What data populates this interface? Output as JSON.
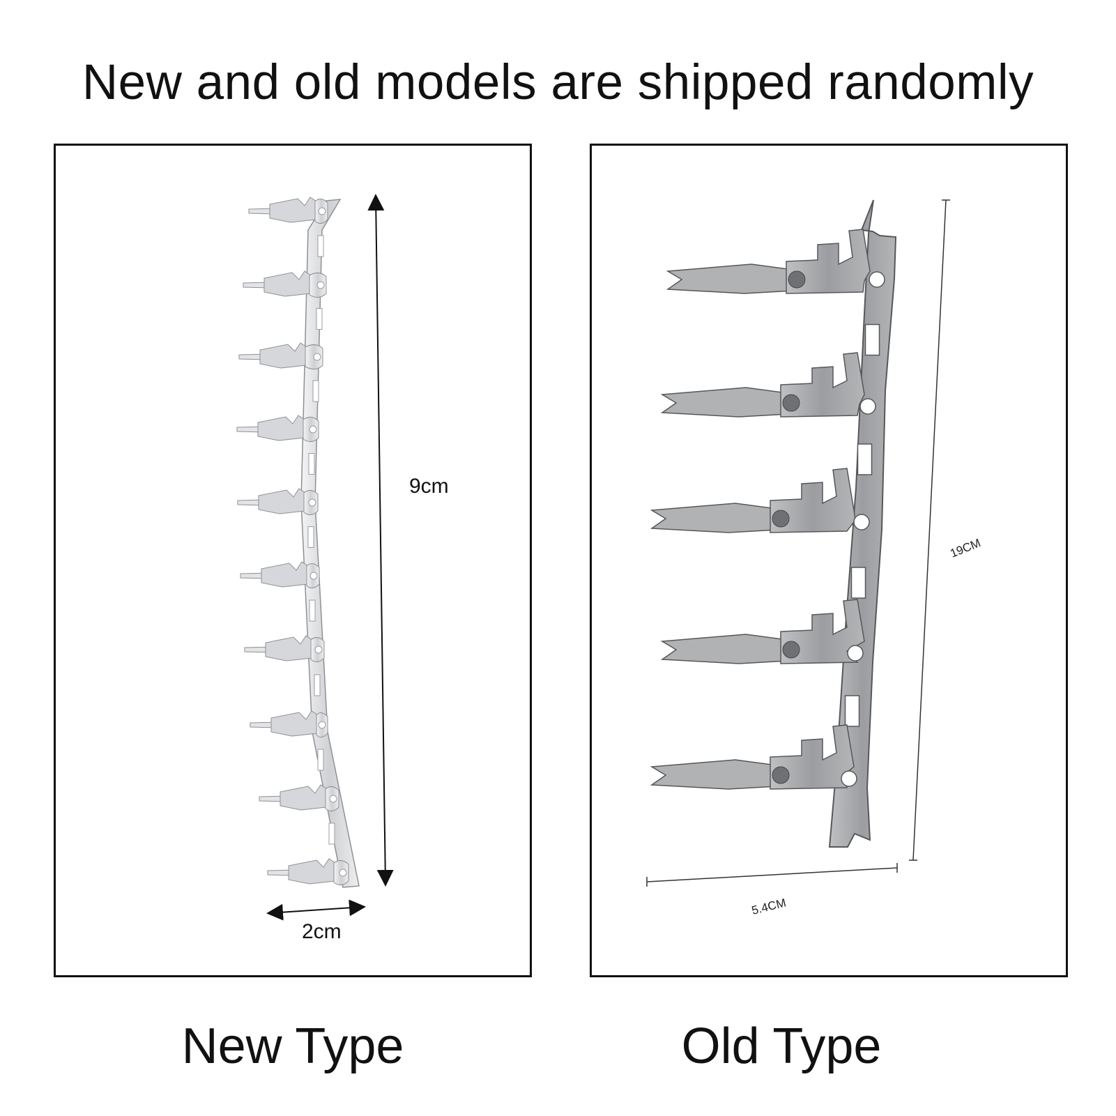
{
  "headline": "New and old models are shipped randomly",
  "new_type": {
    "caption": "New Type",
    "length_label": "9cm",
    "width_label": "2cm",
    "terminal_count": 10
  },
  "old_type": {
    "caption": "Old Type",
    "length_label": "19CM",
    "width_label": "5.4CM",
    "terminal_count": 5
  },
  "colors": {
    "new_metal": "#d9dadc",
    "new_metal_edge": "#8e9095",
    "old_metal": "#a7a8aa",
    "old_metal_edge": "#55575a",
    "border": "#111111"
  }
}
